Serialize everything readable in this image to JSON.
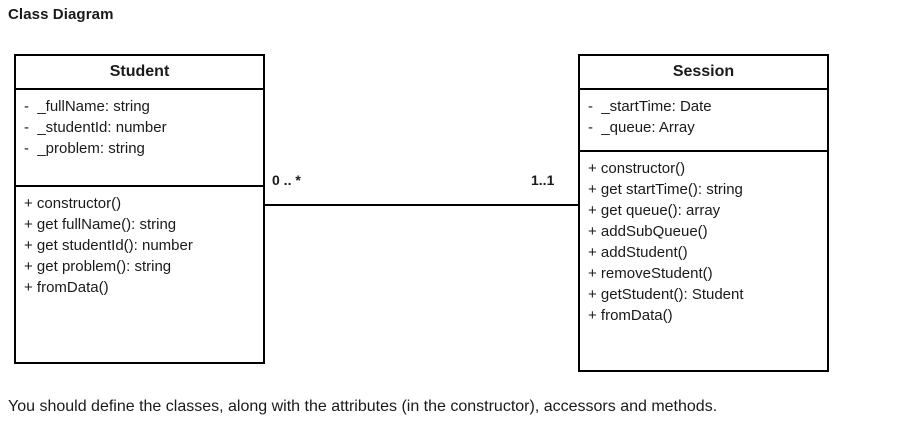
{
  "title": "Class Diagram",
  "caption": "You should define the classes, along with the attributes (in the constructor), accessors and methods.",
  "diagram": {
    "type": "uml-class-diagram",
    "classes": [
      {
        "name": "Student",
        "attributes": [
          "-  _fullName: string",
          "-  _studentId: number",
          "-  _problem: string"
        ],
        "methods": [
          "+ constructor()",
          "+ get fullName(): string",
          "+ get studentId(): number",
          "+ get problem(): string",
          "+ fromData()"
        ]
      },
      {
        "name": "Session",
        "attributes": [
          "-  _startTime: Date",
          "-  _queue: Array"
        ],
        "methods": [
          "+ constructor()",
          "+ get startTime(): string",
          "+ get queue(): array",
          "+ addSubQueue()",
          "+ addStudent()",
          "+ removeStudent()",
          "+ getStudent(): Student",
          "+ fromData()"
        ]
      }
    ],
    "association": {
      "source_multiplicity": "0 .. *",
      "target_multiplicity": "1..1"
    }
  }
}
